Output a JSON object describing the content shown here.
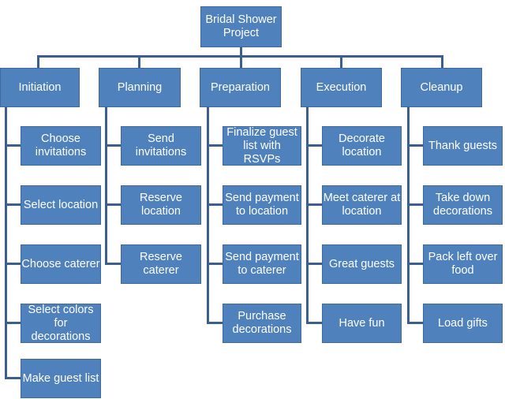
{
  "root": {
    "label": "Bridal Shower\nProject"
  },
  "phases": [
    {
      "label": "Initiation",
      "tasks": [
        "Choose\ninvitations",
        "Select location",
        "Choose caterer",
        "Select colors for\ndecorations",
        "Make guest list"
      ]
    },
    {
      "label": "Planning",
      "tasks": [
        "Send invitations",
        "Reserve\nlocation",
        "Reserve caterer"
      ]
    },
    {
      "label": "Preparation",
      "tasks": [
        "Finalize guest\nlist with RSVPs",
        "Send payment\nto location",
        "Send payment\nto caterer",
        "Purchase\ndecorations"
      ]
    },
    {
      "label": "Execution",
      "tasks": [
        "Decorate\nlocation",
        "Meet caterer at\nlocation",
        "Great guests",
        "Have fun"
      ]
    },
    {
      "label": "Cleanup",
      "tasks": [
        "Thank guests",
        "Take down\ndecorations",
        "Pack left over\nfood",
        "Load gifts"
      ]
    }
  ],
  "colors": {
    "box_fill": "#4f81bd",
    "box_border": "#41699e",
    "connector": "#3b5f8f",
    "text": "#ffffff"
  }
}
